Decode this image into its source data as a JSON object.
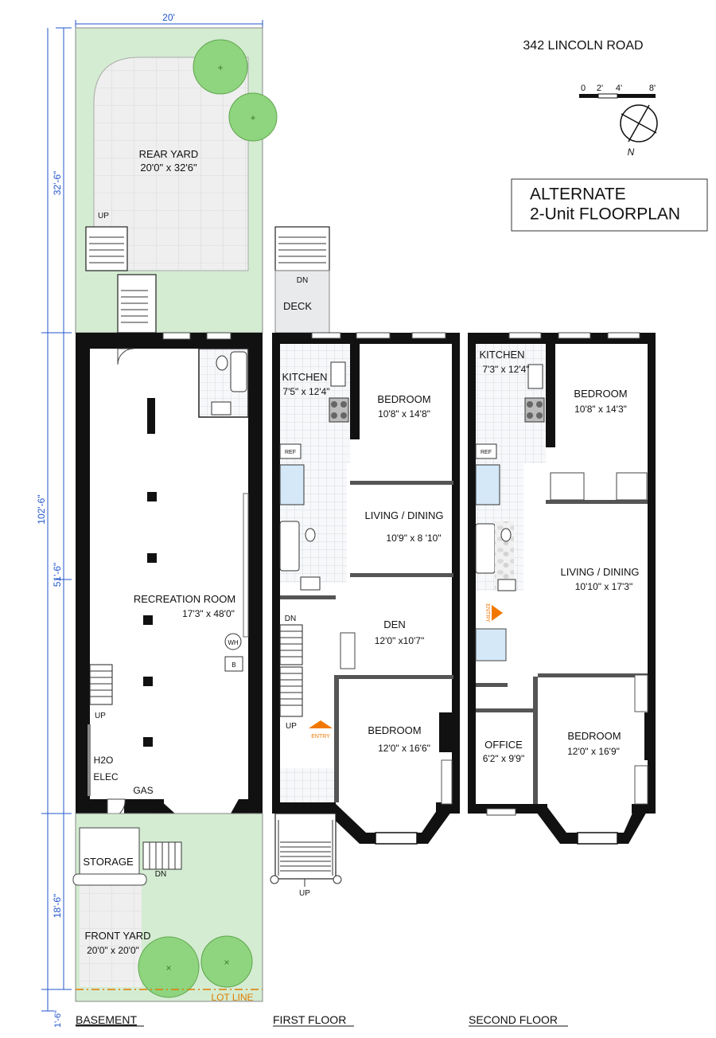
{
  "address": "342 LINCOLN ROAD",
  "title_line1": "ALTERNATE",
  "title_line2": "2-Unit FLOORPLAN",
  "scale": {
    "t0": "0",
    "t2": "2'",
    "t4": "4'",
    "t8": "8'"
  },
  "north": "N",
  "dims": {
    "width": "20'",
    "rear": "32'-6\"",
    "building": "102'-6\"",
    "middle": "51'-6\"",
    "front": "18'-6\"",
    "sidewalk": "1'-6\""
  },
  "lot_line": "LOT LINE",
  "floor_names": {
    "basement": "BASEMENT",
    "first": "FIRST FLOOR",
    "second": "SECOND FLOOR"
  },
  "basement": {
    "rear_yard": "REAR YARD",
    "rear_yard_dim": "20'0\" x 32'6\"",
    "up_yard": "UP",
    "up_door": "UP",
    "rec_room": "RECREATION ROOM",
    "rec_dim": "17'3\" x 48'0\"",
    "wh": "WH",
    "b": "B",
    "up_stair": "UP",
    "h2o": "H2O",
    "elec": "ELEC",
    "gas": "GAS",
    "storage": "STORAGE",
    "dn": "DN",
    "front_yard": "FRONT YARD",
    "front_yard_dim": "20'0\" x 20'0\""
  },
  "first": {
    "dn_deck": "DN",
    "deck": "DECK",
    "kitchen": "KITCHEN",
    "kitchen_dim": "7'5\" x 12'4\"",
    "bedroom_rear": "BEDROOM",
    "bedroom_rear_dim": "10'8\" x 14'8\"",
    "ref": "REF",
    "living": "LIVING / DINING",
    "living_dim": "10'9\"  x  8 '10\"",
    "dn": "DN",
    "den": "DEN",
    "den_dim": "12'0\" x10'7\"",
    "up": "UP",
    "entry": "ENTRY",
    "bedroom_front": "BEDROOM",
    "bedroom_front_dim": "12'0\" x 16'6\"",
    "stoop_up": "UP"
  },
  "second": {
    "kitchen": "KITCHEN",
    "kitchen_dim": "7'3\" x 12'4\"",
    "bedroom_rear": "BEDROOM",
    "bedroom_rear_dim": "10'8\" x 14'3\"",
    "ref": "REF",
    "living": "LIVING / DINING",
    "living_dim": "10'10\" x 17'3\"",
    "entry": "ENTRY",
    "office": "OFFICE",
    "office_dim": "6'2\" x 9'9\"",
    "bedroom_front": "BEDROOM",
    "bedroom_front_dim": "12'0\" x 16'9\""
  },
  "colors": {
    "wall": "#111111",
    "yard": "#d4ecd2",
    "tree": "#8fd47e",
    "dimension": "#2255cc",
    "lot_line": "#e07b00",
    "entry_arrow": "#f07800",
    "tile": "#d8dde4"
  }
}
